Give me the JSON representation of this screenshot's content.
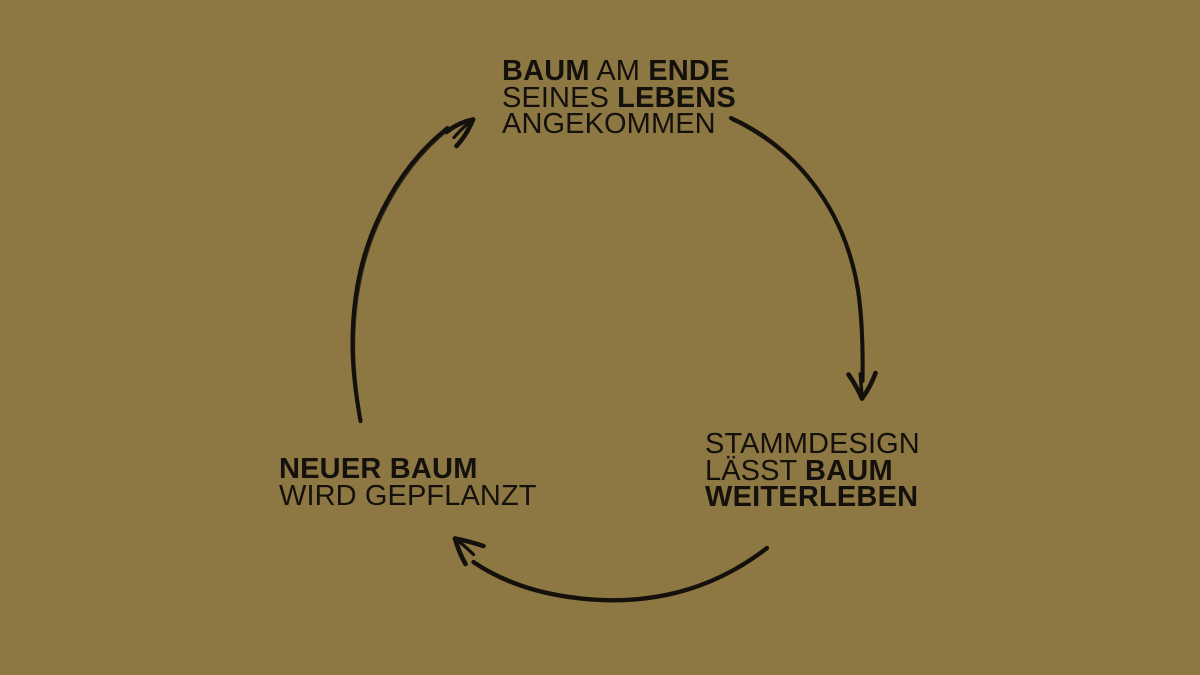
{
  "diagram": {
    "title_semantic": "tree-lifecycle-cycle-diagram",
    "background_color": "#8d7843",
    "ink_color": "#14100c",
    "stages": [
      {
        "id": "stage-tree-end-of-life",
        "position": "top",
        "lines": [
          {
            "segments": [
              {
                "text": "BAUM",
                "weight": "bold"
              },
              {
                "text": " AM ",
                "weight": "regular"
              },
              {
                "text": "ENDE",
                "weight": "bold"
              }
            ]
          },
          {
            "segments": [
              {
                "text": "SEINES ",
                "weight": "regular"
              },
              {
                "text": "LEBENS",
                "weight": "bold"
              }
            ]
          },
          {
            "segments": [
              {
                "text": "ANGEKOMMEN",
                "weight": "regular"
              }
            ]
          }
        ],
        "plain_text": "BAUM AM ENDE SEINES LEBENS ANGEKOMMEN"
      },
      {
        "id": "stage-stammdesign-lives-on",
        "position": "bottom-right",
        "lines": [
          {
            "segments": [
              {
                "text": "STAMMDESIGN",
                "weight": "regular"
              }
            ]
          },
          {
            "segments": [
              {
                "text": "LÄSST ",
                "weight": "regular"
              },
              {
                "text": "BAUM",
                "weight": "bold"
              }
            ]
          },
          {
            "segments": [
              {
                "text": "WEITERLEBEN",
                "weight": "bold"
              }
            ]
          }
        ],
        "plain_text": "STAMMDESIGN LÄSST BAUM WEITERLEBEN"
      },
      {
        "id": "stage-new-tree-planted",
        "position": "bottom-left",
        "lines": [
          {
            "segments": [
              {
                "text": "NEUER BAUM",
                "weight": "bold"
              }
            ]
          },
          {
            "segments": [
              {
                "text": "WIRD GEPFLANZT",
                "weight": "regular"
              }
            ]
          }
        ],
        "plain_text": "NEUER BAUM WIRD GEPFLANZT"
      }
    ],
    "arrows": [
      {
        "id": "arrow-top-to-right",
        "from": "stage-tree-end-of-life",
        "to": "stage-stammdesign-lives-on",
        "direction": "clockwise-down-right"
      },
      {
        "id": "arrow-right-to-left",
        "from": "stage-stammdesign-lives-on",
        "to": "stage-new-tree-planted",
        "direction": "clockwise-left-along-bottom"
      },
      {
        "id": "arrow-left-to-top",
        "from": "stage-new-tree-planted",
        "to": "stage-tree-end-of-life",
        "direction": "clockwise-up-right"
      }
    ]
  },
  "labels": {
    "top": {
      "line1_a": "BAUM",
      "line1_b": " AM ",
      "line1_c": "ENDE",
      "line2_a": "SEINES ",
      "line2_b": "LEBENS",
      "line3_a": "ANGEKOMMEN"
    },
    "right": {
      "line1_a": "STAMMDESIGN",
      "line2_a": "LÄSST ",
      "line2_b": "BAUM",
      "line3_a": "WEITERLEBEN"
    },
    "left": {
      "line1_a": "NEUER BAUM",
      "line2_a": "WIRD GEPFLANZT"
    }
  }
}
